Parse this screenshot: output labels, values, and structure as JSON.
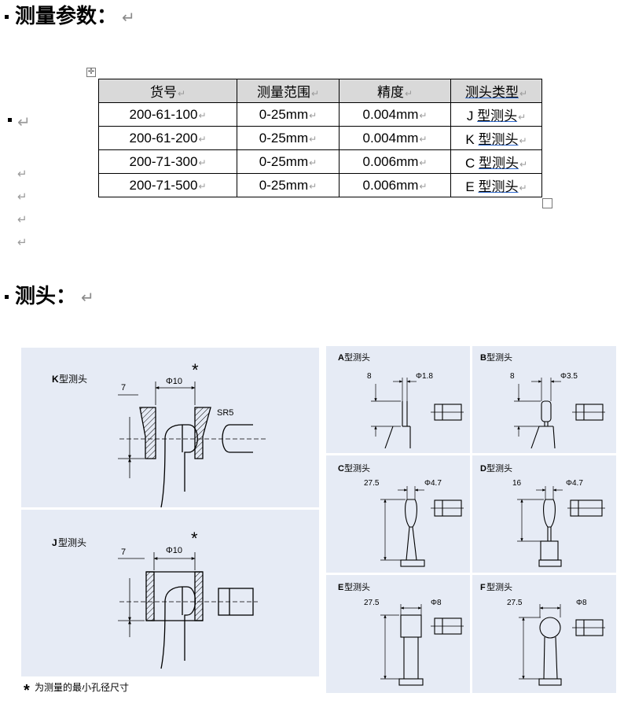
{
  "headings": {
    "params": "测量参数：",
    "probe": "测头："
  },
  "paragraph_mark": "↵",
  "table": {
    "headers": [
      "货号",
      "测量范围",
      "精度",
      "测头类型"
    ],
    "rows": [
      {
        "code": "200-61-100",
        "range": "0-25mm",
        "precision": "0.004mm",
        "letter": "J",
        "type": "型测头"
      },
      {
        "code": "200-61-200",
        "range": "0-25mm",
        "precision": "0.004mm",
        "letter": "K",
        "type": "型测头"
      },
      {
        "code": "200-71-300",
        "range": "0-25mm",
        "precision": "0.006mm",
        "letter": "C",
        "type": "型测头"
      },
      {
        "code": "200-71-500",
        "range": "0-25mm",
        "precision": "0.006mm",
        "letter": "E",
        "type": "型测头"
      }
    ],
    "move_handle_icon": "move-cross-icon"
  },
  "figure": {
    "panels": {
      "k": {
        "title_letter": "K",
        "title_text": "型测头",
        "dim_depth": "7",
        "dim_dia": "Φ10",
        "radius": "SR5",
        "star": "*"
      },
      "j": {
        "title_letter": "J",
        "title_text": "型测头",
        "dim_depth": "7",
        "dim_dia": "Φ10",
        "star": "*"
      },
      "a": {
        "title_letter": "A",
        "title_text": "型测头",
        "dim_depth": "8",
        "dim_dia": "Φ1.8"
      },
      "b": {
        "title_letter": "B",
        "title_text": "型测头",
        "dim_depth": "8",
        "dim_dia": "Φ3.5"
      },
      "c": {
        "title_letter": "C",
        "title_text": "型测头",
        "dim_depth": "27.5",
        "dim_dia": "Φ4.7"
      },
      "d": {
        "title_letter": "D",
        "title_text": "型测头",
        "dim_depth": "16",
        "dim_dia": "Φ4.7"
      },
      "e": {
        "title_letter": "E",
        "title_text": "型测头",
        "dim_depth": "27.5",
        "dim_dia": "Φ8"
      },
      "f": {
        "title_letter": "F",
        "title_text": "型测头",
        "dim_depth": "27.5",
        "dim_dia": "Φ8"
      }
    },
    "footnote_star": "*",
    "footnote_text": "为测量的最小孔径尺寸",
    "panel_color": "#e6ebf5"
  }
}
